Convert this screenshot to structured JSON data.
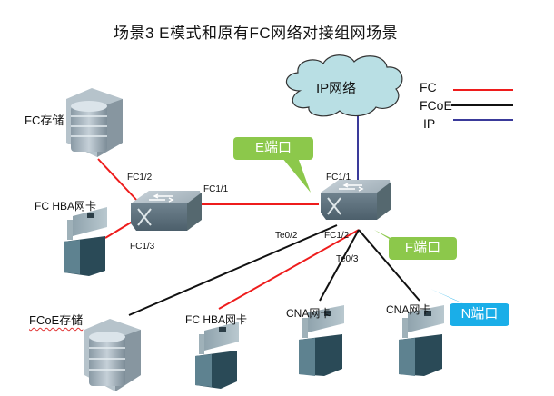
{
  "title": "场景3   E模式和原有FC网络对接组网场景",
  "cloud": {
    "label": "IP网络"
  },
  "legend": [
    {
      "label": "FC",
      "color": "#ee1c1c"
    },
    {
      "label": "FCoE",
      "color": "#111111"
    },
    {
      "label": "IP",
      "color": "#3a3a9a"
    }
  ],
  "devices": {
    "fc_storage": "FC存储",
    "fc_hba_left": "FC HBA网卡",
    "fcoe_storage": "FCoE存储",
    "fc_hba_bottom": "FC HBA网卡",
    "cna_1": "CNA网卡",
    "cna_2": "CNA网卡"
  },
  "ports": {
    "left_fc1_2": "FC1/2",
    "left_fc1_1": "FC1/1",
    "left_fc1_3": "FC1/3",
    "right_fc1_1": "FC1/1",
    "right_te0_2": "Te0/2",
    "right_fc1_2": "FC1/2",
    "right_te0_3": "Te0/3"
  },
  "callouts": {
    "e_port": {
      "label": "E端口",
      "color": "#8cc84b"
    },
    "f_port": {
      "label": "F端口",
      "color": "#8cc84b"
    },
    "n_port": {
      "label": "N端口",
      "color": "#1aaee8"
    }
  }
}
